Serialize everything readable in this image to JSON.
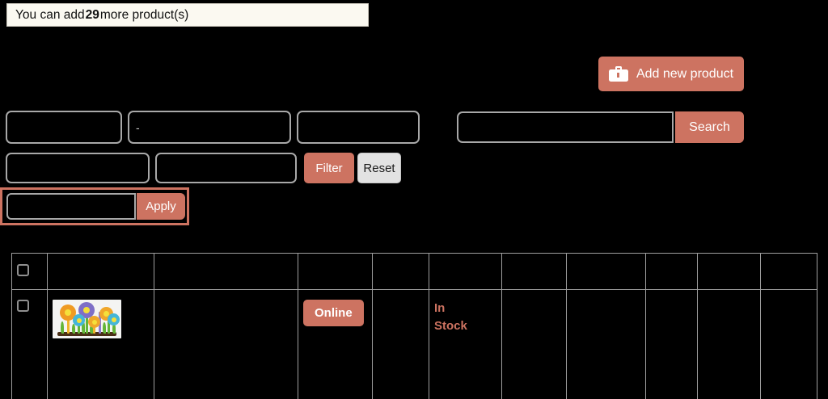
{
  "alert": {
    "prefix": "You can add ",
    "count": "29",
    "suffix": " more product(s)"
  },
  "toolbar": {
    "add_product_label": "Add new product",
    "add_product_icon": "briefcase-icon",
    "add_product_color": "#cd7361"
  },
  "search_row": {
    "from_value": "",
    "from_placeholder": "",
    "to_value": "-",
    "to_placeholder": "",
    "third_value": "",
    "third_placeholder": "",
    "search_value": "",
    "search_placeholder": "",
    "search_label": "Search"
  },
  "filter_row": {
    "field1_value": "",
    "field1_placeholder": "",
    "field2_value": "",
    "field2_placeholder": "",
    "filter_label": "Filter",
    "reset_label": "Reset"
  },
  "apply_row": {
    "apply_input_value": "",
    "apply_input_placeholder": "",
    "apply_label": "Apply",
    "highlight_color": "#cd7361"
  },
  "table": {
    "columns": [
      {
        "key": "select",
        "header": ""
      },
      {
        "key": "image",
        "header": ""
      },
      {
        "key": "name",
        "header": ""
      },
      {
        "key": "status",
        "header": ""
      },
      {
        "key": "col5",
        "header": ""
      },
      {
        "key": "stock",
        "header": ""
      },
      {
        "key": "col7",
        "header": ""
      },
      {
        "key": "col8",
        "header": ""
      },
      {
        "key": "col9",
        "header": ""
      },
      {
        "key": "col10",
        "header": ""
      },
      {
        "key": "col11",
        "header": ""
      }
    ],
    "rows": [
      {
        "select": "",
        "image_alt": "product-thumbnail-flowers",
        "name": "",
        "status": "Online",
        "col5": "",
        "stock": "In Stock",
        "col7": "",
        "col8": "",
        "col9": "",
        "col10": "",
        "col11": ""
      }
    ]
  },
  "colors": {
    "accent": "#cd7361",
    "alert_bg": "#fbf9f1",
    "grid_border": "#9e9e9e",
    "input_border": "#a8a8a8",
    "reset_bg": "#e2e2e2"
  }
}
